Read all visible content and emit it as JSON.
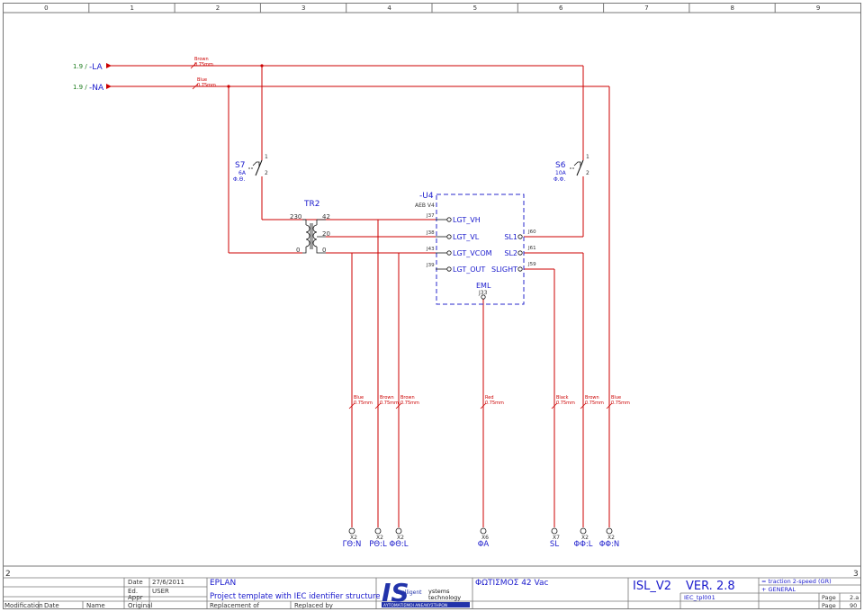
{
  "grid": {
    "columns": [
      "0",
      "1",
      "2",
      "3",
      "4",
      "5",
      "6",
      "7",
      "8",
      "9"
    ]
  },
  "side_numbers": {
    "left": "2",
    "right": "3"
  },
  "colors": {
    "wire": "#cc0000",
    "blue_text": "#1a1acc",
    "frame": "#666666",
    "dashed_box": "#2a2acc"
  },
  "inputs": {
    "la": {
      "ref": "1.9 /",
      "label": "-LA",
      "wire": "Brown",
      "size": "0.75mm"
    },
    "na": {
      "ref": "1.9 /",
      "label": "-NA",
      "wire": "Blue",
      "size": "0.75mm"
    }
  },
  "breakers": {
    "s7": {
      "name": "S7",
      "rating": "6A",
      "phase": "Φ.Θ.",
      "pin_top": "1",
      "pin_bottom": "2"
    },
    "s6": {
      "name": "S6",
      "rating": "10A",
      "phase": "Φ.Φ.",
      "pin_top": "1",
      "pin_bottom": "2"
    }
  },
  "transformer": {
    "name": "TR2",
    "primary_high": "230",
    "primary_low": "0",
    "sec_42": "42",
    "sec_20": "20",
    "sec_0": "0"
  },
  "module": {
    "name": "-U4",
    "type": "AEB V4",
    "left_pins": [
      "J37",
      "J38",
      "J43",
      "J39"
    ],
    "left_labels": [
      "LGT_VH",
      "LGT_VL",
      "LGT_VCOM",
      "LGT_OUT"
    ],
    "right_pins": [
      "J60",
      "J61",
      "J59"
    ],
    "right_labels": [
      "SL1",
      "SL2",
      "SLIGHT"
    ],
    "bottom_label": "EML",
    "bottom_pin": "J33"
  },
  "wire_labels": [
    {
      "color": "Blue",
      "size": "0.75mm"
    },
    {
      "color": "Brown",
      "size": "0.75mm"
    },
    {
      "color": "Brown",
      "size": "0.75mm"
    },
    {
      "color": "Red",
      "size": "0.75mm"
    },
    {
      "color": "Black",
      "size": "0.75mm"
    },
    {
      "color": "Brown",
      "size": "0.75mm"
    },
    {
      "color": "Blue",
      "size": "0.75mm"
    }
  ],
  "terminals": [
    {
      "strip": "X2",
      "name": "ΓΘ:N"
    },
    {
      "strip": "X2",
      "name": "ΡΘ:L"
    },
    {
      "strip": "X2",
      "name": "ΦΘ:L"
    },
    {
      "strip": "X6",
      "name": "ΦΑ"
    },
    {
      "strip": "X7",
      "name": "SL"
    },
    {
      "strip": "X2",
      "name": "ΦΦ:L"
    },
    {
      "strip": "X2",
      "name": "ΦΦ:N"
    }
  ],
  "title_block": {
    "date_label": "Date",
    "date_value": "27/6/2011",
    "ed_label": "Ed.",
    "ed_value": "USER",
    "appr_label": "Appr",
    "original_label": "Original",
    "modification_label": "Modification",
    "date_col_label": "Date",
    "name_label": "Name",
    "eplan": "EPLAN",
    "project": "Project template with IEC identifier structure",
    "replacement_of": "Replacement of",
    "replaced_by": "Replaced by",
    "logo_letters": "IS",
    "logo_line1": "ntelligent",
    "logo_line2": "ystems",
    "logo_line3": "technology",
    "logo_bar": "ΑΥΤΟΜΑΤΙΣΜΟΙ ΑΝΕΛΚΥΣΤΗΡΩΝ",
    "drawing_title": "ΦΩΤΙΣΜΟΣ 42 Vac",
    "project_code": "ISL_V2",
    "version": "VER. 2.8",
    "function": "= traction 2-speed (GR)",
    "location": "+ GENERAL",
    "template": "IEC_tpl001",
    "page_label1": "Page",
    "page_value1": "2.a",
    "page_label2": "Page",
    "page_value2": "90"
  }
}
